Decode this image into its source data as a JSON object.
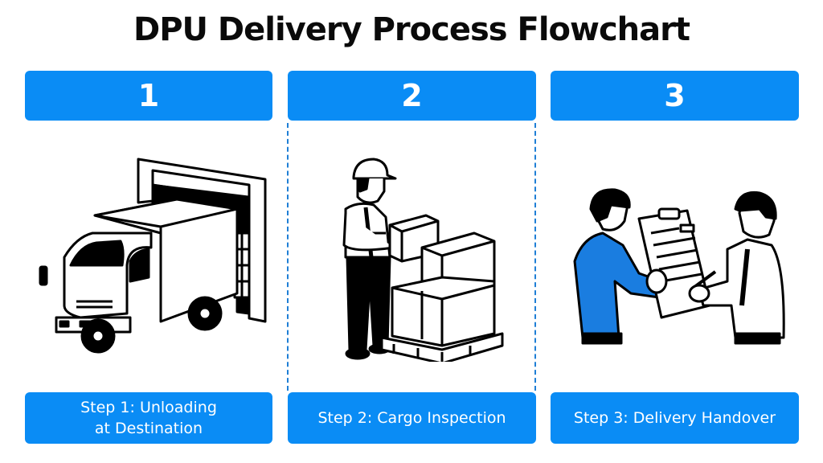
{
  "title": "DPU Delivery Process Flowchart",
  "colors": {
    "accent": "#0a8cf5",
    "text": "#0a0a0a",
    "divider": "#1f7fd6",
    "shirt": "#1a7de0"
  },
  "steps": [
    {
      "number": "1",
      "label_line1": "Step 1: Unloading",
      "label_line2": "at Destination",
      "illustration": "truck-unloading-at-dock"
    },
    {
      "number": "2",
      "label_line1": "Step 2: Cargo Inspection",
      "label_line2": "",
      "illustration": "worker-inspecting-boxes-on-pallet"
    },
    {
      "number": "3",
      "label_line1": "Step 3: Delivery Handover",
      "label_line2": "",
      "illustration": "two-men-signing-clipboard"
    }
  ]
}
